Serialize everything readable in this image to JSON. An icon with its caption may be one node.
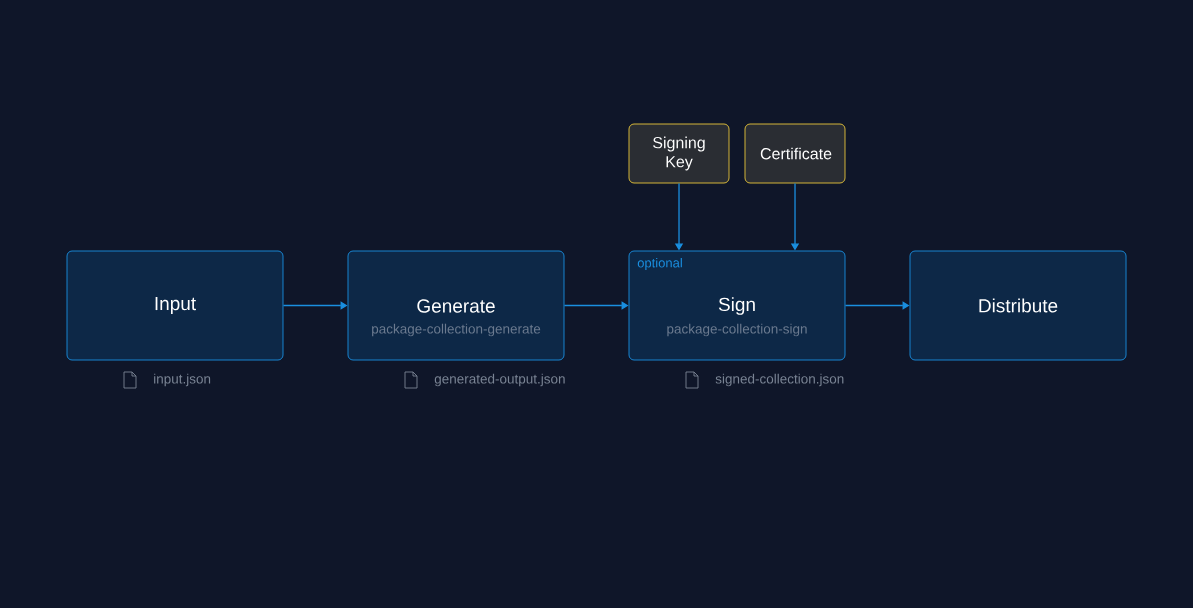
{
  "diagram": {
    "nodes": [
      {
        "text": [
          "Input"
        ],
        "beside": [
          "input.json"
        ]
      },
      {
        "text": [
          "Generate",
          "package-collection-generate"
        ],
        "beside": [
          "generated-output.json"
        ]
      },
      {
        "text": [
          "Signing Key"
        ]
      },
      {
        "text": [
          "Certificate"
        ]
      },
      {
        "text": [
          "optional",
          "Sign",
          "package-collection-sign"
        ],
        "beside": [
          "signed-collection.json"
        ]
      },
      {
        "text": [
          "Distribute"
        ]
      }
    ],
    "edges": [
      {
        "from": 0,
        "to": 1,
        "arrow": "to"
      },
      {
        "from": 1,
        "to": 4,
        "arrow": "to"
      },
      {
        "from": 2,
        "to": 4,
        "arrow": "to"
      },
      {
        "from": 3,
        "to": 4,
        "arrow": "to"
      },
      {
        "from": 4,
        "to": 5,
        "arrow": "to"
      }
    ]
  }
}
